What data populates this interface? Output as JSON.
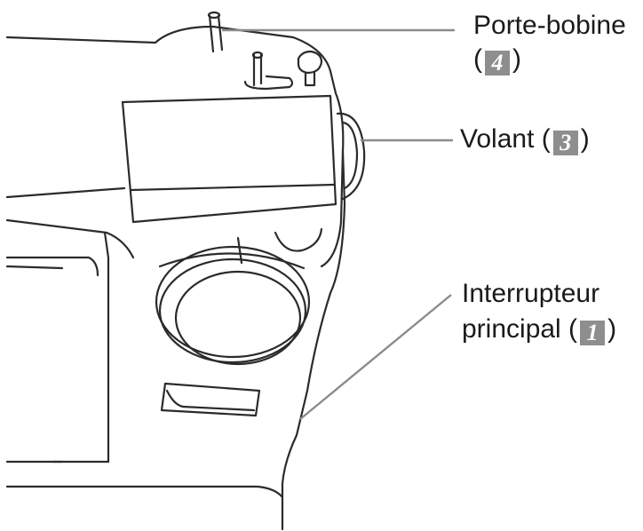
{
  "callouts": [
    {
      "id": "spool",
      "text": "Porte-bobine",
      "paren_open": "(",
      "number": "4",
      "paren_close": ")"
    },
    {
      "id": "handwheel",
      "text": "Volant (",
      "number": "3",
      "paren_close": ")"
    },
    {
      "id": "switch",
      "line1": "Interrupteur",
      "line2": "principal (",
      "number": "1",
      "paren_close": ")"
    }
  ],
  "colors": {
    "outline": "#2b2b2b",
    "leader": "#8c8c8c",
    "badge": "#8e8e8e"
  }
}
